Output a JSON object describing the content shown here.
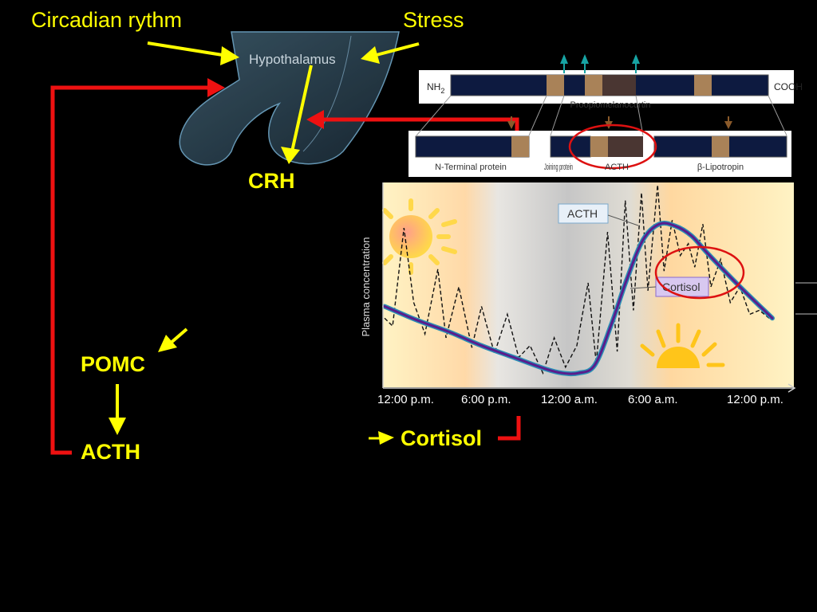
{
  "labels": {
    "circadian": "Circadian rythm",
    "stress": "Stress",
    "hypothalamus": "Hypothalamus",
    "crh": "CRH",
    "pomc": "POMC",
    "acth": "ACTH",
    "cortisol": "Cortisol"
  },
  "pomc_diagram": {
    "nh2": "NH",
    "nh2_sub": "2",
    "cooh": "COOH",
    "name": "Proopiomelanocortin",
    "fragments": [
      "N-Terminal protein",
      "Joining protein",
      "ACTH",
      "β-Lipotropin"
    ]
  },
  "chart_data": {
    "type": "line",
    "ylabel": "Plasma concentration",
    "xlabel": "",
    "x_ticks": [
      "12:00 p.m.",
      "6:00 p.m.",
      "12:00 a.m.",
      "6:00 a.m.",
      "12:00 p.m."
    ],
    "x_range_hours": [
      0,
      24
    ],
    "y_range": [
      0,
      1
    ],
    "series": [
      {
        "name": "ACTH",
        "style": "solid",
        "x": [
          0,
          2,
          4,
          6,
          8,
          10,
          11,
          12,
          13,
          14,
          15,
          16,
          17,
          18,
          19,
          20,
          22,
          24
        ],
        "y": [
          0.38,
          0.31,
          0.25,
          0.18,
          0.12,
          0.06,
          0.04,
          0.04,
          0.08,
          0.28,
          0.52,
          0.72,
          0.8,
          0.79,
          0.74,
          0.65,
          0.48,
          0.32
        ]
      },
      {
        "name": "Cortisol",
        "style": "dashed",
        "x": [
          0,
          0.5,
          1.2,
          1.8,
          2.5,
          3.3,
          3.8,
          4.6,
          5.4,
          6.0,
          6.8,
          7.6,
          8.3,
          9.0,
          9.8,
          10.5,
          11.2,
          11.9,
          12.6,
          13.1,
          13.8,
          14.4,
          14.9,
          15.4,
          15.9,
          16.3,
          16.9,
          17.3,
          17.8,
          18.3,
          18.8,
          19.2,
          19.7,
          20.2,
          20.8,
          21.4,
          22.0,
          22.6,
          23.2,
          23.8
        ],
        "y": [
          0.32,
          0.28,
          0.78,
          0.4,
          0.24,
          0.57,
          0.22,
          0.48,
          0.17,
          0.38,
          0.14,
          0.34,
          0.12,
          0.18,
          0.04,
          0.22,
          0.07,
          0.18,
          0.5,
          0.09,
          0.76,
          0.15,
          0.92,
          0.36,
          0.96,
          0.46,
          1.0,
          0.56,
          0.82,
          0.64,
          0.7,
          0.58,
          0.8,
          0.48,
          0.62,
          0.4,
          0.48,
          0.34,
          0.36,
          0.32
        ]
      }
    ],
    "annotations": [
      "ACTH",
      "Cortisol"
    ]
  }
}
